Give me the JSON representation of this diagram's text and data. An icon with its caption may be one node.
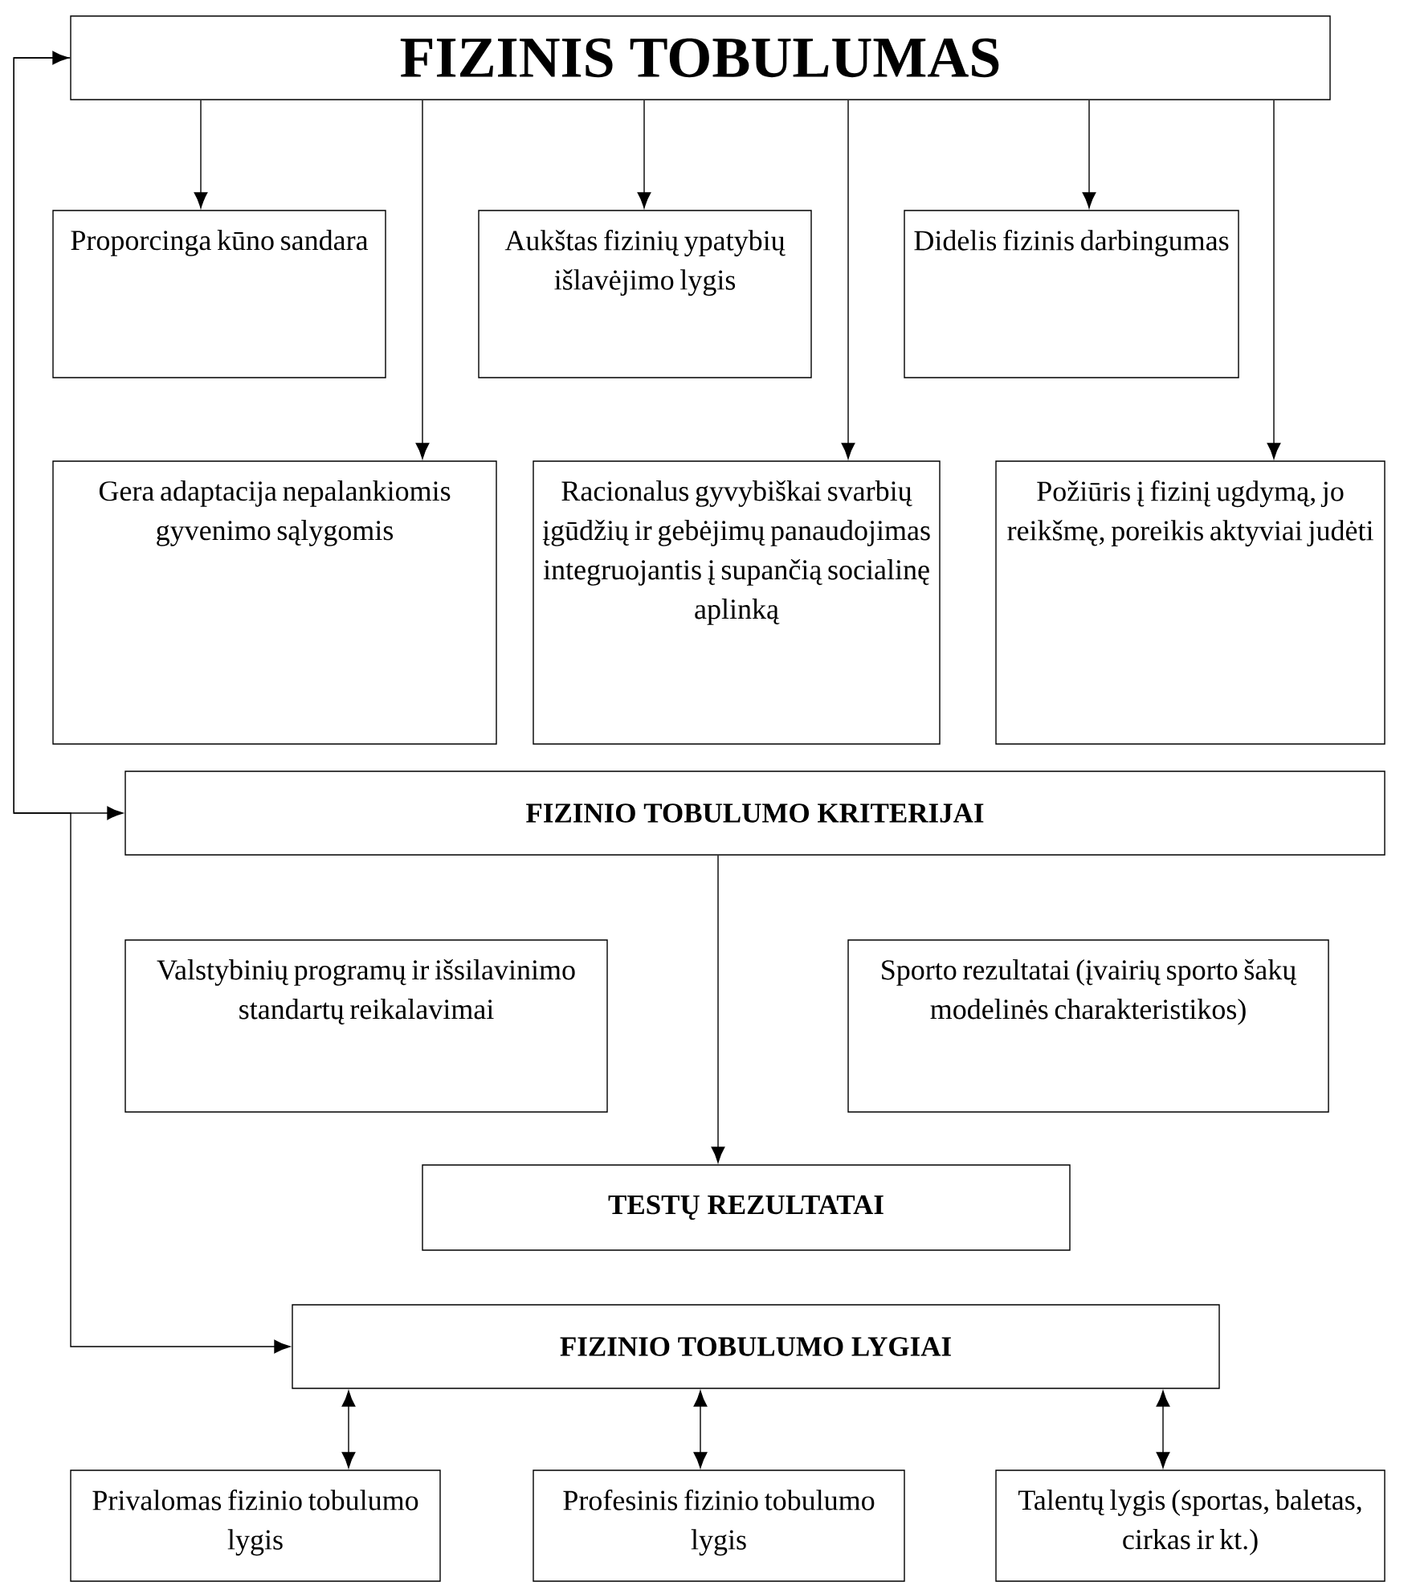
{
  "diagram": {
    "nodes": [
      {
        "text": [
          "FIZINIS TOBULUMAS"
        ]
      },
      {
        "text": [
          "Proporcinga kūno sandara"
        ]
      },
      {
        "text": [
          "Aukštas fizinių ypatybių išlavėjimo lygis"
        ]
      },
      {
        "text": [
          "Didelis fizinis darbingumas"
        ]
      },
      {
        "text": [
          "Gera adaptacija nepalankiomis gyvenimo sąlygomis"
        ]
      },
      {
        "text": [
          "Racionalus gyvybiškai svarbių įgūdžių ir gebėjimų panaudojimas integruojantis į supančią socialinę aplinką"
        ]
      },
      {
        "text": [
          "Požiūris į fizinį ugdymą, jo reikšmę, poreikis aktyviai judėti"
        ]
      },
      {
        "text": [
          "FIZINIO TOBULUMO KRITERIJAI"
        ]
      },
      {
        "text": [
          "Valstybinių programų ir išsilavinimo standartų reikalavimai"
        ]
      },
      {
        "text": [
          "Sporto rezultatai (įvairių sporto šakų modelinės charakteristikos)"
        ]
      },
      {
        "text": [
          "TESTŲ REZULTATAI"
        ]
      },
      {
        "text": [
          "FIZINIO TOBULUMO LYGIAI"
        ]
      },
      {
        "text": [
          "Privalomas fizinio tobulumo lygis"
        ]
      },
      {
        "text": [
          "Profesinis fizinio tobulumo lygis"
        ]
      },
      {
        "text": [
          "Talentų lygis (sportas, baletas, cirkas ir kt.)"
        ]
      }
    ],
    "edges": [
      {
        "from": 0,
        "to": 1,
        "arrow": "to"
      },
      {
        "from": 0,
        "to": 4,
        "arrow": "to"
      },
      {
        "from": 0,
        "to": 2,
        "arrow": "to"
      },
      {
        "from": 0,
        "to": 5,
        "arrow": "to"
      },
      {
        "from": 0,
        "to": 3,
        "arrow": "to"
      },
      {
        "from": 0,
        "to": 6,
        "arrow": "to"
      },
      {
        "from": 0,
        "to": 7,
        "arrow": "both"
      },
      {
        "from": 0,
        "to": 11,
        "arrow": "to"
      },
      {
        "from": 7,
        "to": 10,
        "arrow": "to"
      },
      {
        "from": 11,
        "to": 12,
        "arrow": "both"
      },
      {
        "from": 11,
        "to": 13,
        "arrow": "both"
      },
      {
        "from": 11,
        "to": 14,
        "arrow": "both"
      }
    ]
  }
}
